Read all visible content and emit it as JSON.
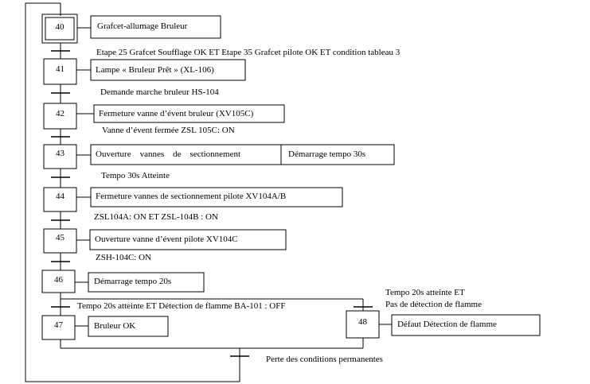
{
  "steps": [
    {
      "id": "s40",
      "number": "40",
      "action": "Grafcet-allumage Bruleur"
    },
    {
      "id": "s41",
      "number": "41",
      "action": "Lampe « Bruleur Prêt » (XL-106)"
    },
    {
      "id": "s42",
      "number": "42",
      "action": "Fermeture vanne d’évent bruleur (XV105C)"
    },
    {
      "id": "s43",
      "number": "43",
      "action": "Ouverture    vannes    de    sectionnement",
      "action2": "Démarrage tempo 30s"
    },
    {
      "id": "s44",
      "number": "44",
      "action": "Fermeture vannes de sectionnement pilote XV104A/B"
    },
    {
      "id": "s45",
      "number": "45",
      "action": "Ouverture vanne d’évent pilote XV104C"
    },
    {
      "id": "s46",
      "number": "46",
      "action": "Démarrage tempo 20s"
    },
    {
      "id": "s47",
      "number": "47",
      "action": "Bruleur OK"
    },
    {
      "id": "s48",
      "number": "48",
      "action": "Défaut Détection de flamme"
    }
  ],
  "transitions": [
    {
      "id": "t40_41",
      "condition": "Etape 25 Grafcet Soufflage OK ET Etape 35 Grafcet pilote OK ET condition tableau 3"
    },
    {
      "id": "t41_42",
      "condition": "Demande marche bruleur  HS-104"
    },
    {
      "id": "t42_43",
      "condition": "Vanne d’évent fermée ZSL 105C: ON"
    },
    {
      "id": "t43_44",
      "condition": "Tempo 30s Atteinte"
    },
    {
      "id": "t44_45",
      "condition": "ZSL104A: ON ET ZSL-104B : ON"
    },
    {
      "id": "t45_46",
      "condition": "ZSH-104C: ON"
    },
    {
      "id": "t46_47",
      "condition": "Tempo 20s atteinte ET Détection de flamme BA-101 : OFF"
    },
    {
      "id": "t46_48",
      "condition_line1": "Tempo 20s atteinte ET",
      "condition_line2": "Pas de détection de flamme"
    },
    {
      "id": "t_reset",
      "condition": "Perte des conditions permanentes"
    }
  ]
}
